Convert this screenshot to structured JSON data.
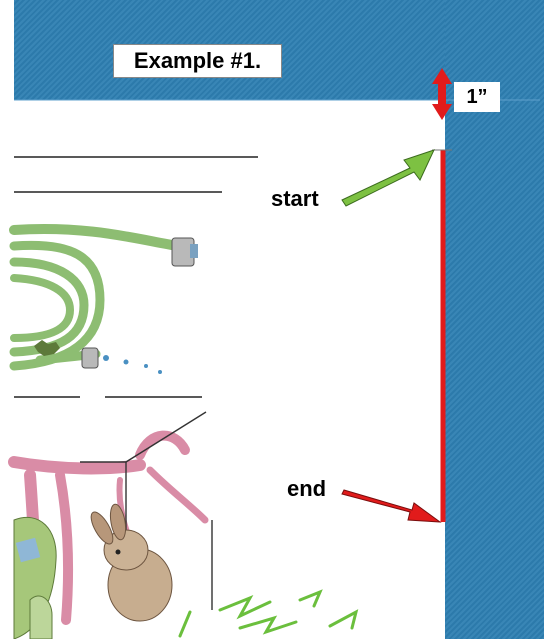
{
  "header": {
    "title": "Example #1."
  },
  "measurement": {
    "label": "1”"
  },
  "annotations": {
    "start_label": "start",
    "end_label": "end"
  },
  "colors": {
    "fabric_blue": "#2e7fb2",
    "stitch_line_red": "#e11b1b",
    "start_arrow_green": "#7dc142",
    "end_arrow_red": "#e11b1b",
    "hose_green": "#8dbd72",
    "bow_pink": "#d98ca6",
    "bunny_brown": "#9a7a5c"
  },
  "icons": [
    "double-arrow-icon",
    "green-arrow-icon",
    "red-arrow-icon"
  ]
}
